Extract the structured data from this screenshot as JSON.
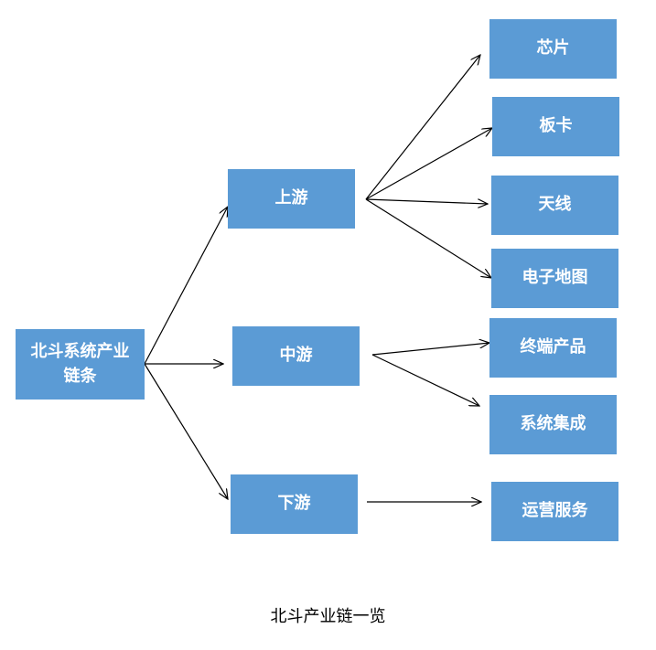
{
  "root": {
    "label": "北斗系统产业链条"
  },
  "branches": [
    {
      "label": "上游",
      "leaves": [
        "芯片",
        "板卡",
        "天线",
        "电子地图"
      ]
    },
    {
      "label": "中游",
      "leaves": [
        "终端产品",
        "系统集成"
      ]
    },
    {
      "label": "下游",
      "leaves": [
        "运营服务"
      ]
    }
  ],
  "caption": "北斗产业链一览",
  "colors": {
    "node_fill": "#5b9bd5",
    "node_text": "#ffffff",
    "arrow": "#000000"
  }
}
